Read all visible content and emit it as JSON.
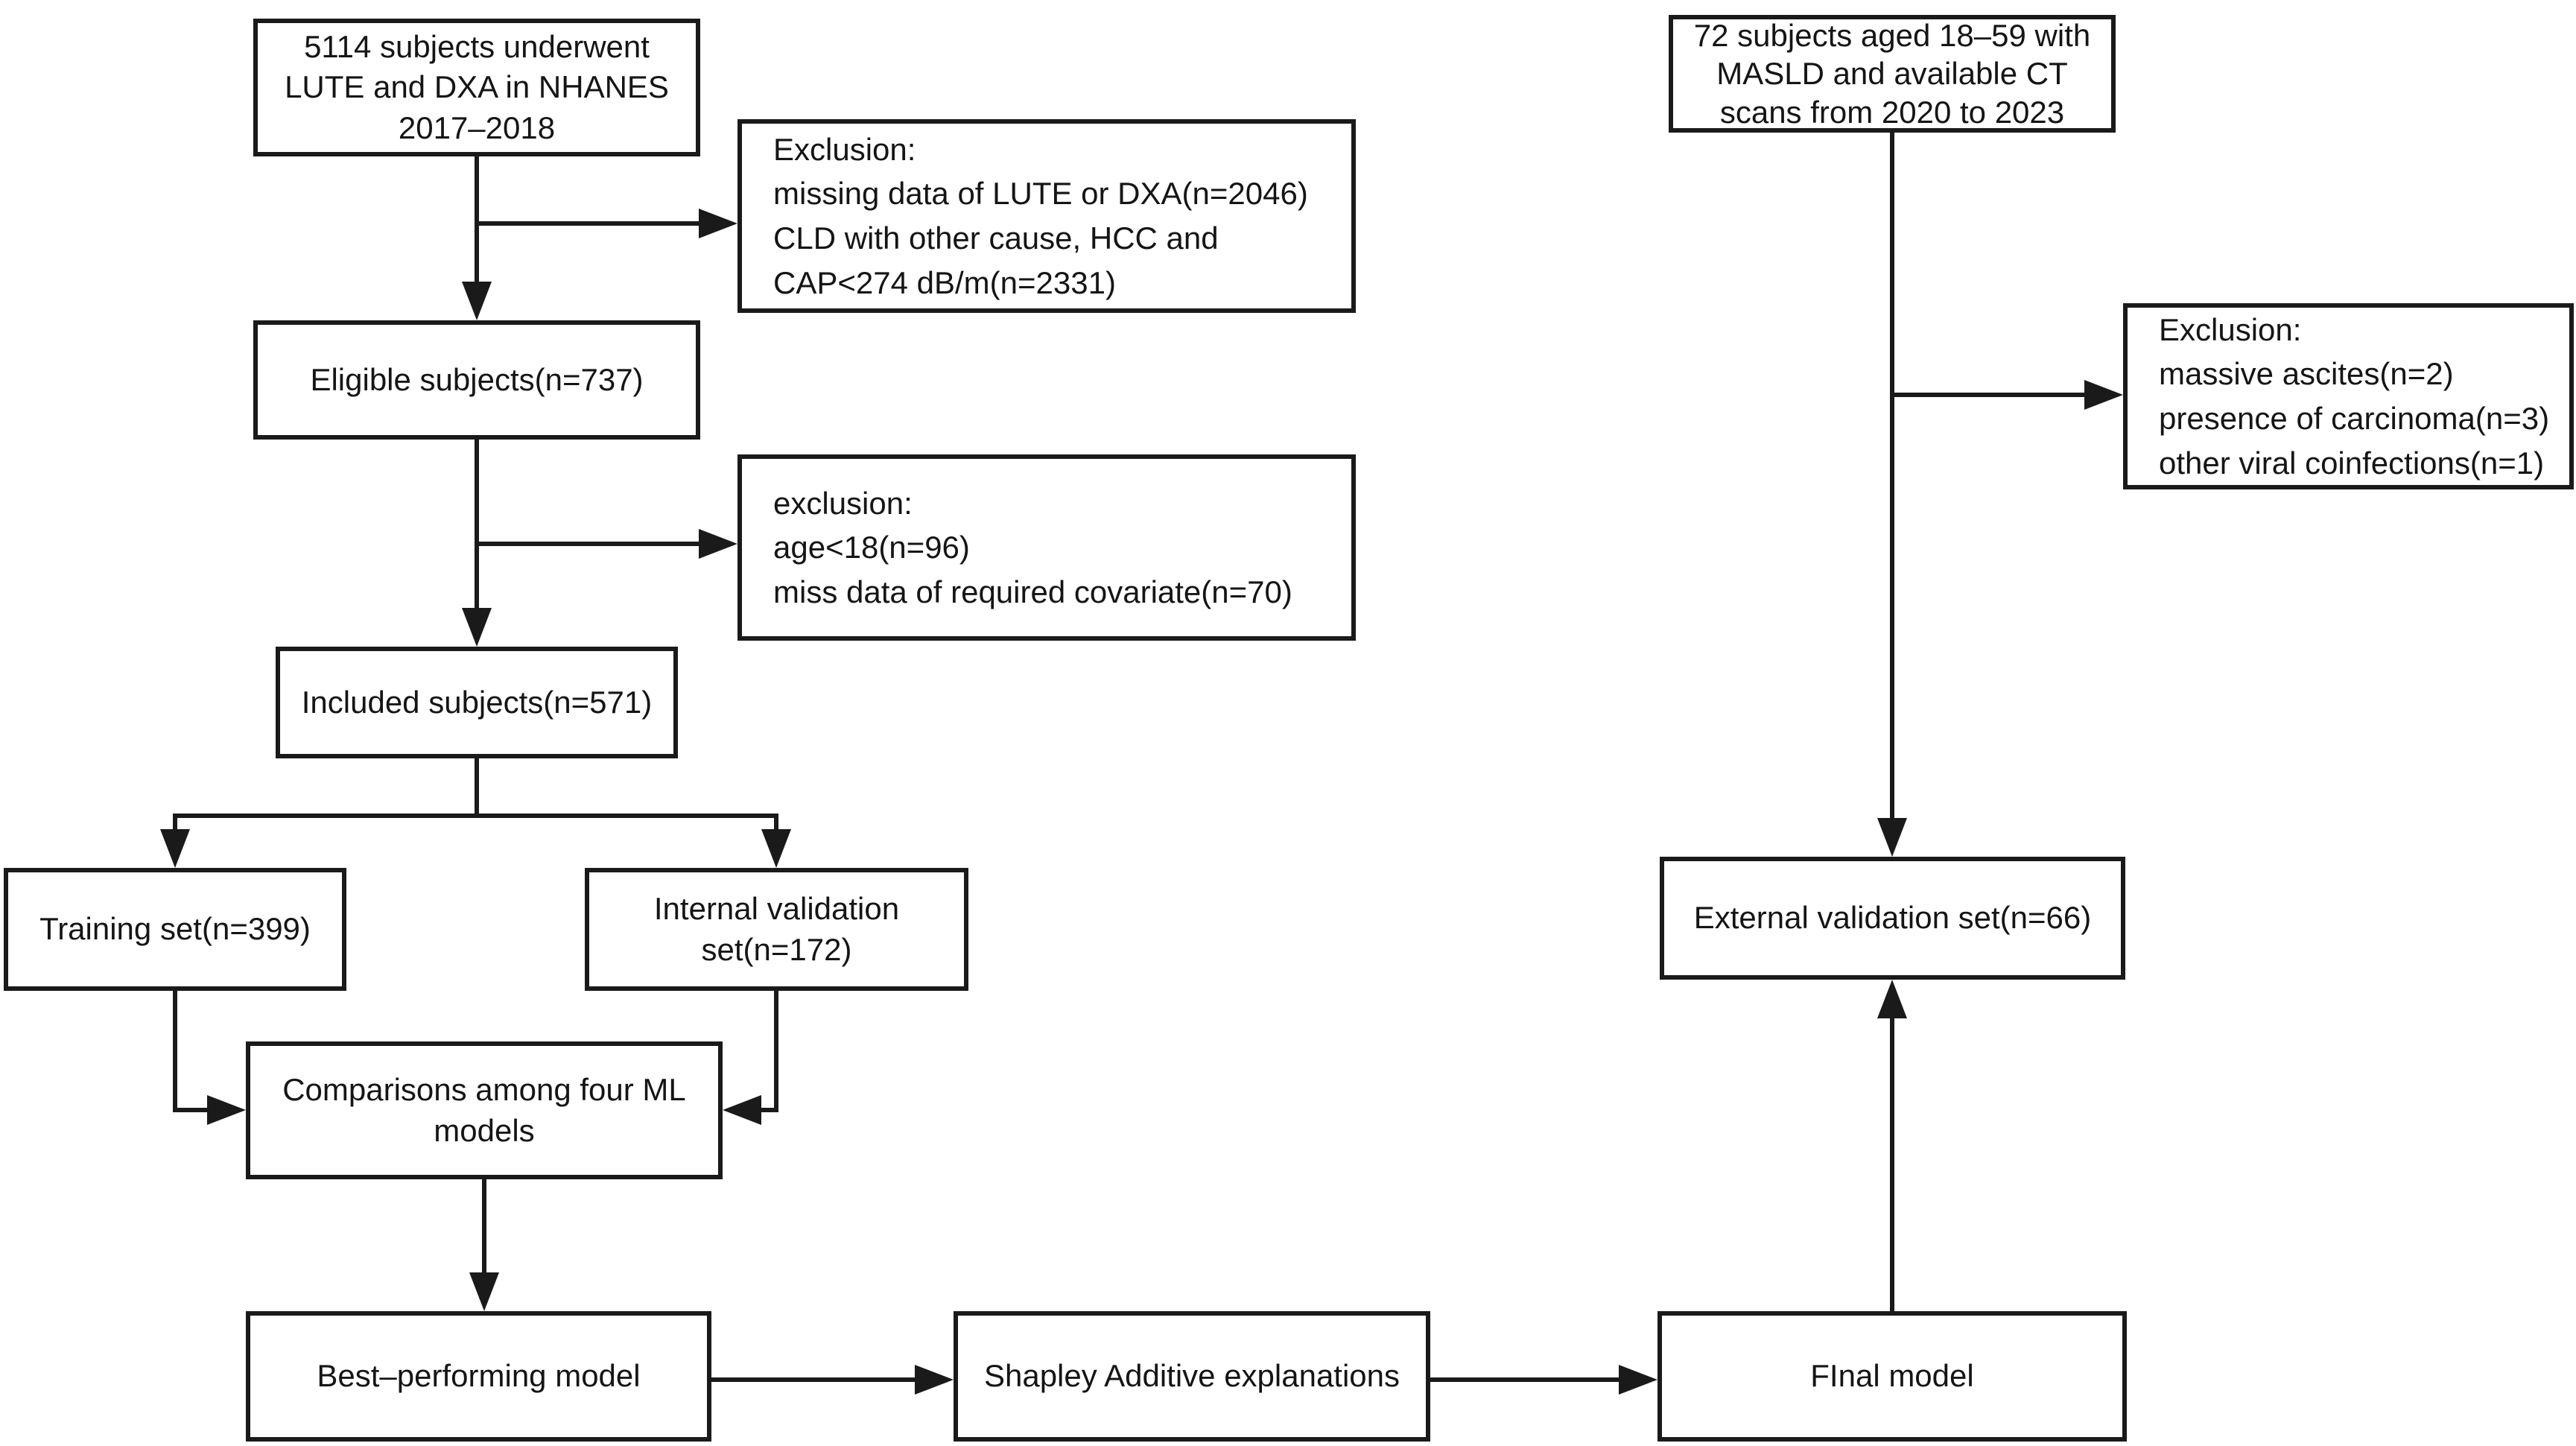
{
  "colors": {
    "line": "#1a1a1a",
    "box_background": "#ffffff",
    "page_background": "#ffffff"
  },
  "flowchart": {
    "left_column": {
      "initial_cohort": "5114 subjects underwent\nLUTE and DXA  in NHANES\n2017–2018",
      "exclusion_1": "Exclusion:\nmissing data of LUTE or DXA(n=2046)\nCLD with other cause, HCC and\nCAP<274 dB/m(n=2331)",
      "eligible_subjects": "Eligible subjects(n=737)",
      "exclusion_2": "exclusion:\nage<18(n=96)\nmiss data of required covariate(n=70)",
      "included_subjects": "Included subjects(n=571)",
      "training_set": "Training set(n=399)",
      "internal_validation_set": "Internal validation\nset(n=172)",
      "comparisons": "Comparisons among four ML\nmodels",
      "best_performing_model": "Best–performing model",
      "shapley": "Shapley Additive explanations"
    },
    "right_column": {
      "external_cohort": "72 subjects aged 18–59 with\nMASLD and available CT\nscans from 2020 to 2023",
      "exclusion_external": "Exclusion:\nmassive ascites(n=2)\npresence of carcinoma(n=3)\nother viral coinfections(n=1)",
      "external_validation_set": "External validation set(n=66)",
      "final_model": "FInal model"
    }
  }
}
